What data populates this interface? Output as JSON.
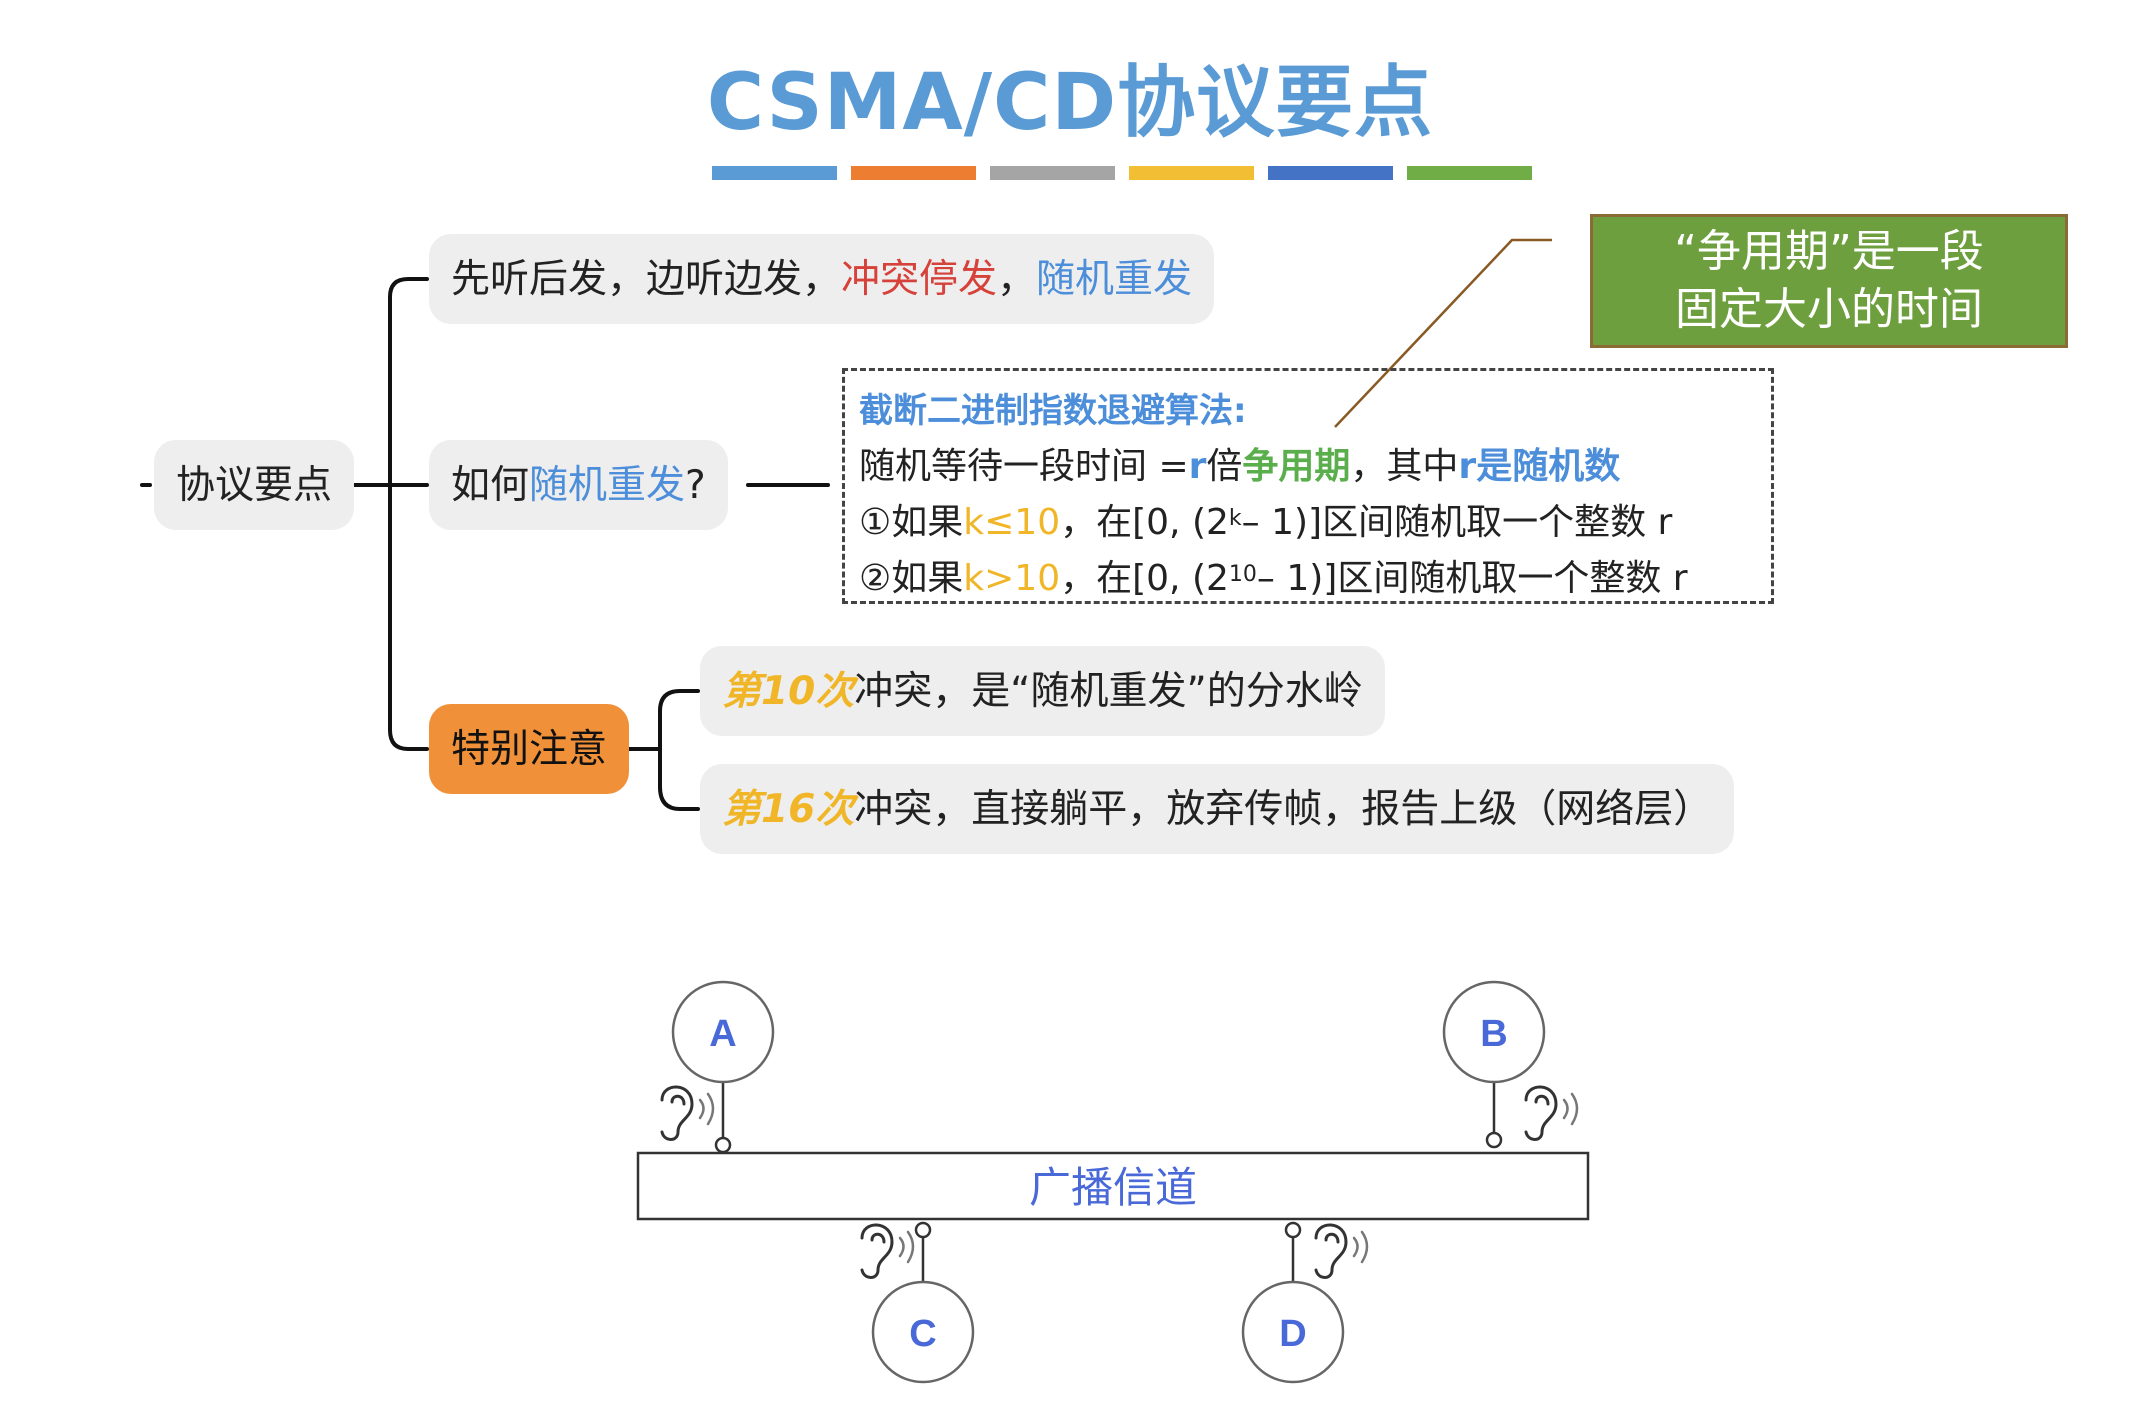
{
  "title": "CSMA/CD协议要点",
  "colors": {
    "title": "#5b9bd5",
    "bar": [
      "#5b9bd5",
      "#ed7d31",
      "#a5a5a5",
      "#f2be33",
      "#4472c4",
      "#70ad47"
    ],
    "accent_red": "#d6413a",
    "accent_blue": "#4c8ed9",
    "accent_green": "#5aae4c",
    "accent_gold": "#f0b628",
    "highlight_node": "#f0913a",
    "callout_bg": "#6e9f3e"
  },
  "mindmap": {
    "root": "协议要点",
    "node1": {
      "part1": "先听后发，边听边发，",
      "part2": "冲突停发",
      "part3": "，",
      "part4": "随机重发"
    },
    "node2": {
      "part1": "如何",
      "part2": "随机重发",
      "part3": "?"
    },
    "node3": {
      "label": "特别注意",
      "child1": {
        "emph": "第10次",
        "text": "冲突，是“随机重发”的分水岭"
      },
      "child2": {
        "emph": "第16次",
        "text": "冲突，直接躺平，放弃传帧，报告上级（网络层）"
      }
    }
  },
  "algorithm": {
    "title": "截断二进制指数退避算法:",
    "line1": {
      "a": "随机等待一段时间 = ",
      "b": "r",
      "c": " 倍",
      "d": "争用期",
      "e": "，其中 ",
      "f": "r",
      "g": " ",
      "h": "是随机数"
    },
    "line2": {
      "a": "①如果 ",
      "b": "k≤10",
      "c": "，在[0, (2",
      "sup": "k",
      "d": " – 1)]区间随机取一个整数 r"
    },
    "line3": {
      "a": "②如果 ",
      "b": "k>10",
      "c": "，在[0, (2",
      "sup": "10",
      "d": " – 1)]区间随机取一个整数 r"
    }
  },
  "callout": {
    "line1": "“争用期”是一段",
    "line2": "固定大小的时间"
  },
  "bus": {
    "label": "广播信道",
    "stations": [
      "A",
      "B",
      "C",
      "D"
    ]
  }
}
